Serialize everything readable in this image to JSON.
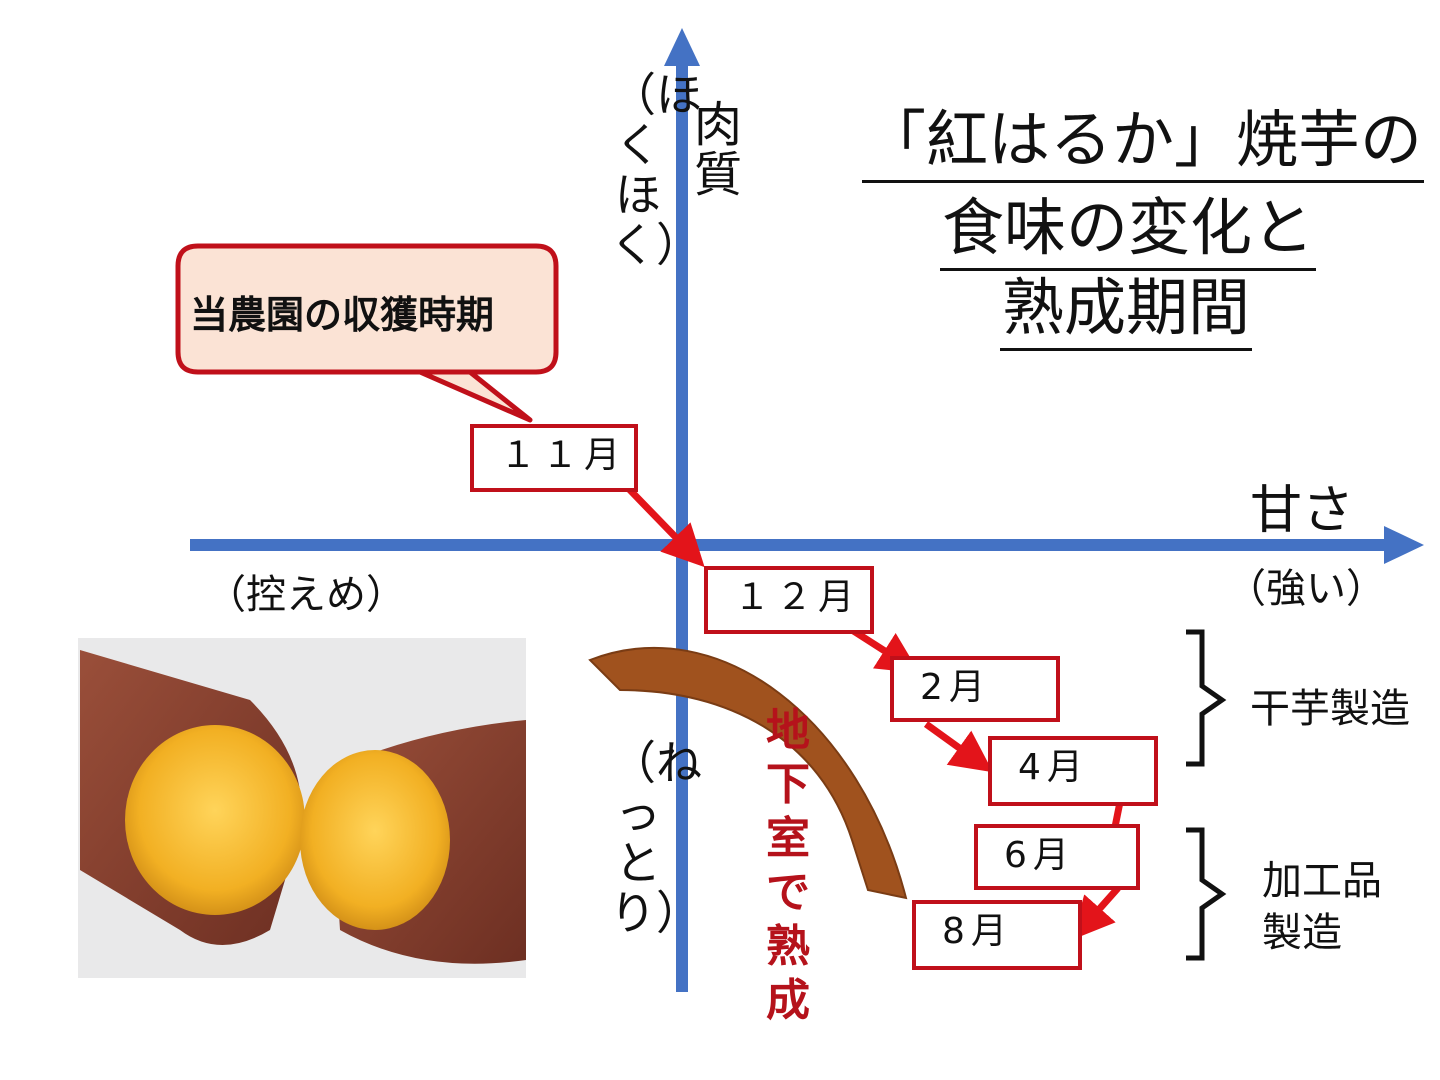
{
  "title": {
    "line1": "「紅はるか」焼芋の",
    "line2": "食味の変化と",
    "line3": "熟成期間"
  },
  "axes": {
    "vertical_label": "肉質",
    "vertical_top": "（ほくほく）",
    "vertical_bottom": "（ねっとり）",
    "horizontal_label": "甘さ",
    "horizontal_left": "（控えめ）",
    "horizontal_right": "（強い）"
  },
  "callout": {
    "text": "当農園の収獲時期"
  },
  "months": [
    "１１月",
    "１２月",
    "2月",
    "4月",
    "6月",
    "8月"
  ],
  "brackets": {
    "dried": "干芋製造",
    "processed_line1": "加工品",
    "processed_line2": "製造"
  },
  "cellar_label": "地下室で熟成",
  "photo": {
    "subject": "sweet-potato-photo"
  },
  "colors": {
    "axis": "#4472c4",
    "box_border": "#c0101a",
    "arrow": "#e3141a",
    "callout_fill": "#fbe3d5",
    "callout_border": "#c0101a",
    "curved_arrow": "#a0521e",
    "cellar_text": "#b5121b"
  }
}
